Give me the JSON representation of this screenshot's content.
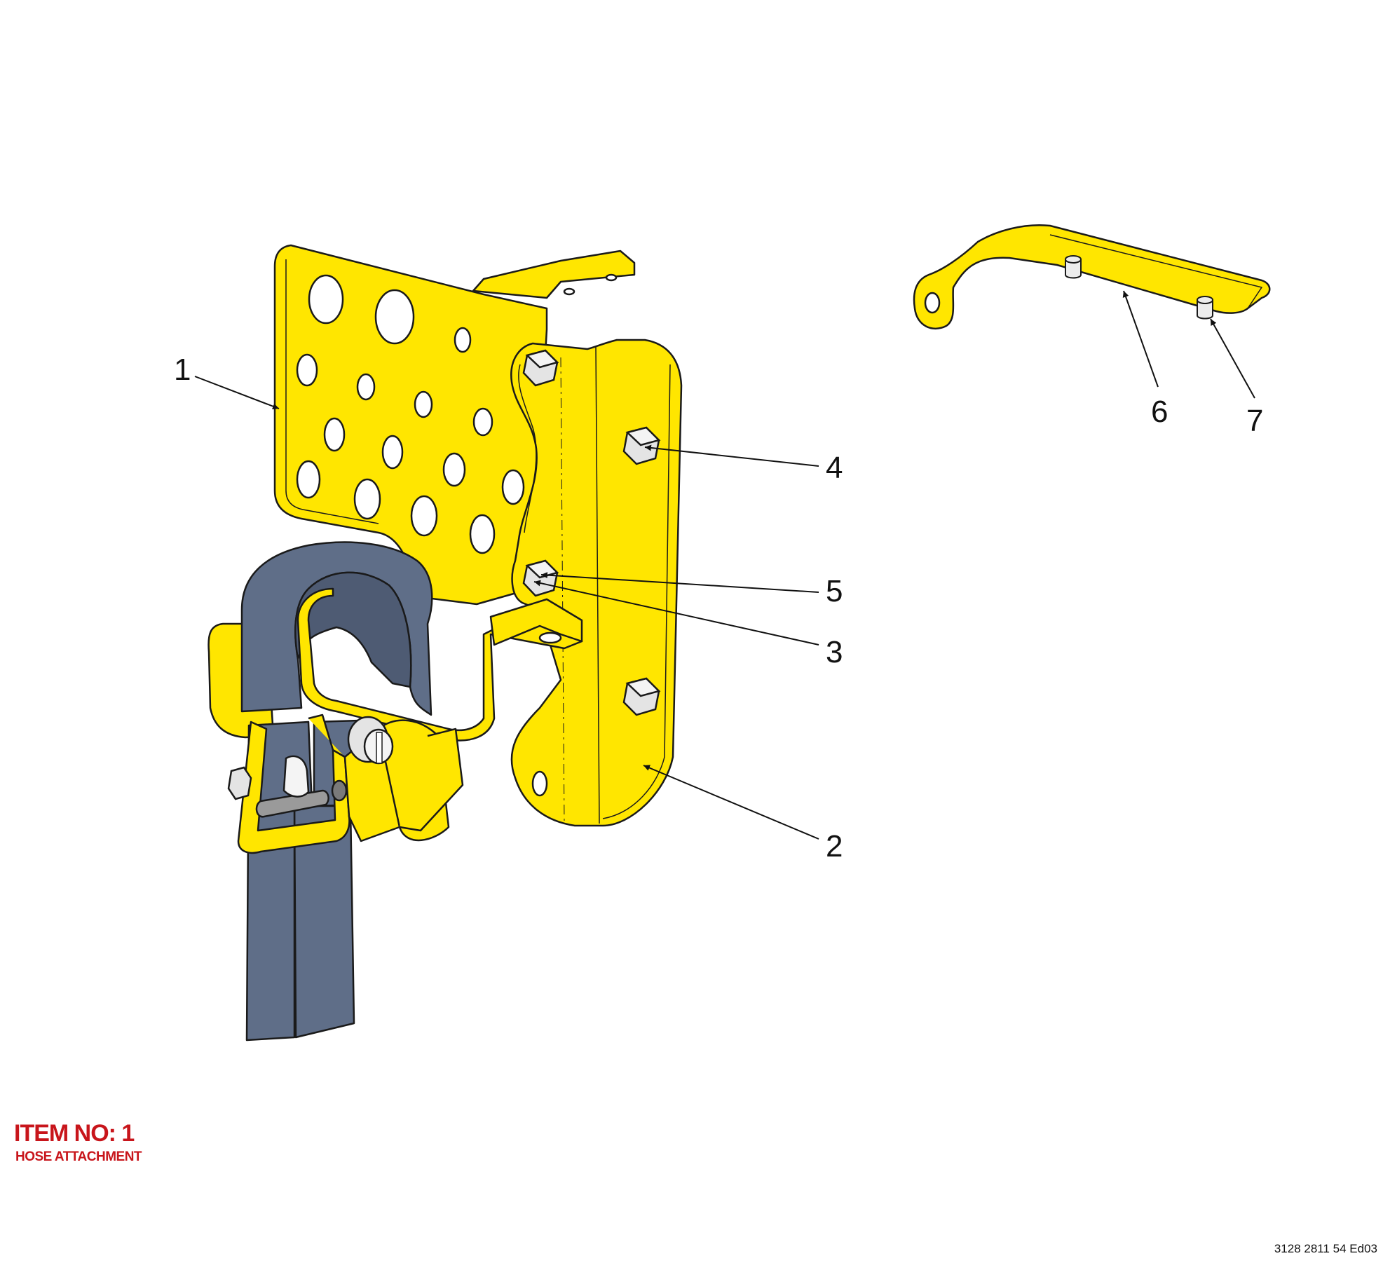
{
  "callouts": [
    {
      "id": "1",
      "label": "1"
    },
    {
      "id": "2",
      "label": "2"
    },
    {
      "id": "3",
      "label": "3"
    },
    {
      "id": "4",
      "label": "4"
    },
    {
      "id": "5",
      "label": "5"
    },
    {
      "id": "6",
      "label": "6"
    },
    {
      "id": "7",
      "label": "7"
    }
  ],
  "item": {
    "title": "ITEM NO: 1",
    "subtitle": "HOSE ATTACHMENT"
  },
  "document_reference": "3128 2811 54 Ed03",
  "colors": {
    "part_yellow": "#FFE600",
    "strap_slate": "#5F6E88",
    "bolt_grey": "#E4E4E4",
    "outline": "#1A1A1A",
    "title_red": "#C8151B"
  }
}
